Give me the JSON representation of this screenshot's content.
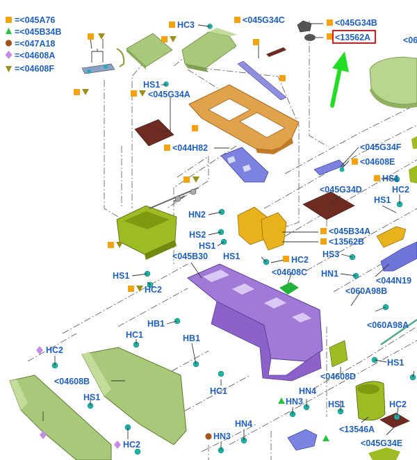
{
  "legend": [
    {
      "symbol": "square-orange",
      "text": "=<045A76"
    },
    {
      "symbol": "triangle-green",
      "text": "=<045B34B"
    },
    {
      "symbol": "circle-brown",
      "text": "=<047A18"
    },
    {
      "symbol": "diamond-purple",
      "text": "=<04608A"
    },
    {
      "symbol": "triangle-down-olive",
      "text": "=<04608F"
    }
  ],
  "colors": {
    "label": "#1f5fbf",
    "square": "#f2a30f",
    "triangle": "#22c43a",
    "circle": "#a5531d",
    "diamond": "#c48be6",
    "down_triangle": "#9a8f12",
    "highlight_box": "#e01818",
    "arrow": "#22dd22",
    "purple_part": "#a07ad6",
    "green_part": "#a9c97a",
    "olive_part": "#9dbb22",
    "orange_part": "#e0a24a",
    "yellow_part": "#e8b21c",
    "brown_part": "#6e2b22",
    "blue_part": "#6f74d8",
    "teal_fastener": "#1fb3a8"
  },
  "labels": {
    "hc3": "HC3",
    "g34c": "<045G34C",
    "g34b": "<045G34B",
    "c13562a": "<13562A",
    "trunc_top_right": "<06",
    "hs1_a": "HS1",
    "g34a": "<045G34A",
    "h82": "<044H82",
    "g34f": "<045G34F",
    "f608e": "<04608E",
    "hs1_b": "HS1",
    "hc2_a": "HC2",
    "g34d": "<045G34D",
    "hs1_c": "HS1",
    "hn2": "HN2",
    "b34a": "<045B34A",
    "c13562b": "<13562B",
    "hs2": "HS2",
    "hs1_d": "HS1",
    "hc2_b": "HC2",
    "hs3": "HS3",
    "hs1_e": "HS1",
    "b30": "<045B30",
    "f608c": "<04608C",
    "hn1": "HN1",
    "n19": "<044N19",
    "hs1_f": "HS1",
    "hc2_c": "HC2",
    "a98b": "<060A98B",
    "a98a": "<060A98A",
    "hb1_a": "HB1",
    "hc1_a": "HC1",
    "hb1_b": "HB1",
    "hc2_d": "HC2",
    "f608b": "<04608B",
    "hs1_g": "HS1",
    "hc1_b": "HC1",
    "f608d": "<04608D",
    "hs1_h": "HS1",
    "hs1_i": "HS1",
    "hn4_a": "HN4",
    "hn3_a": "HN3",
    "hc2_e": "HC2",
    "c13546a": "<13546A",
    "g34e": "<045G34E",
    "hn4_b": "HN4",
    "hn3_b": "HN3",
    "hc2_f": "HC2"
  }
}
